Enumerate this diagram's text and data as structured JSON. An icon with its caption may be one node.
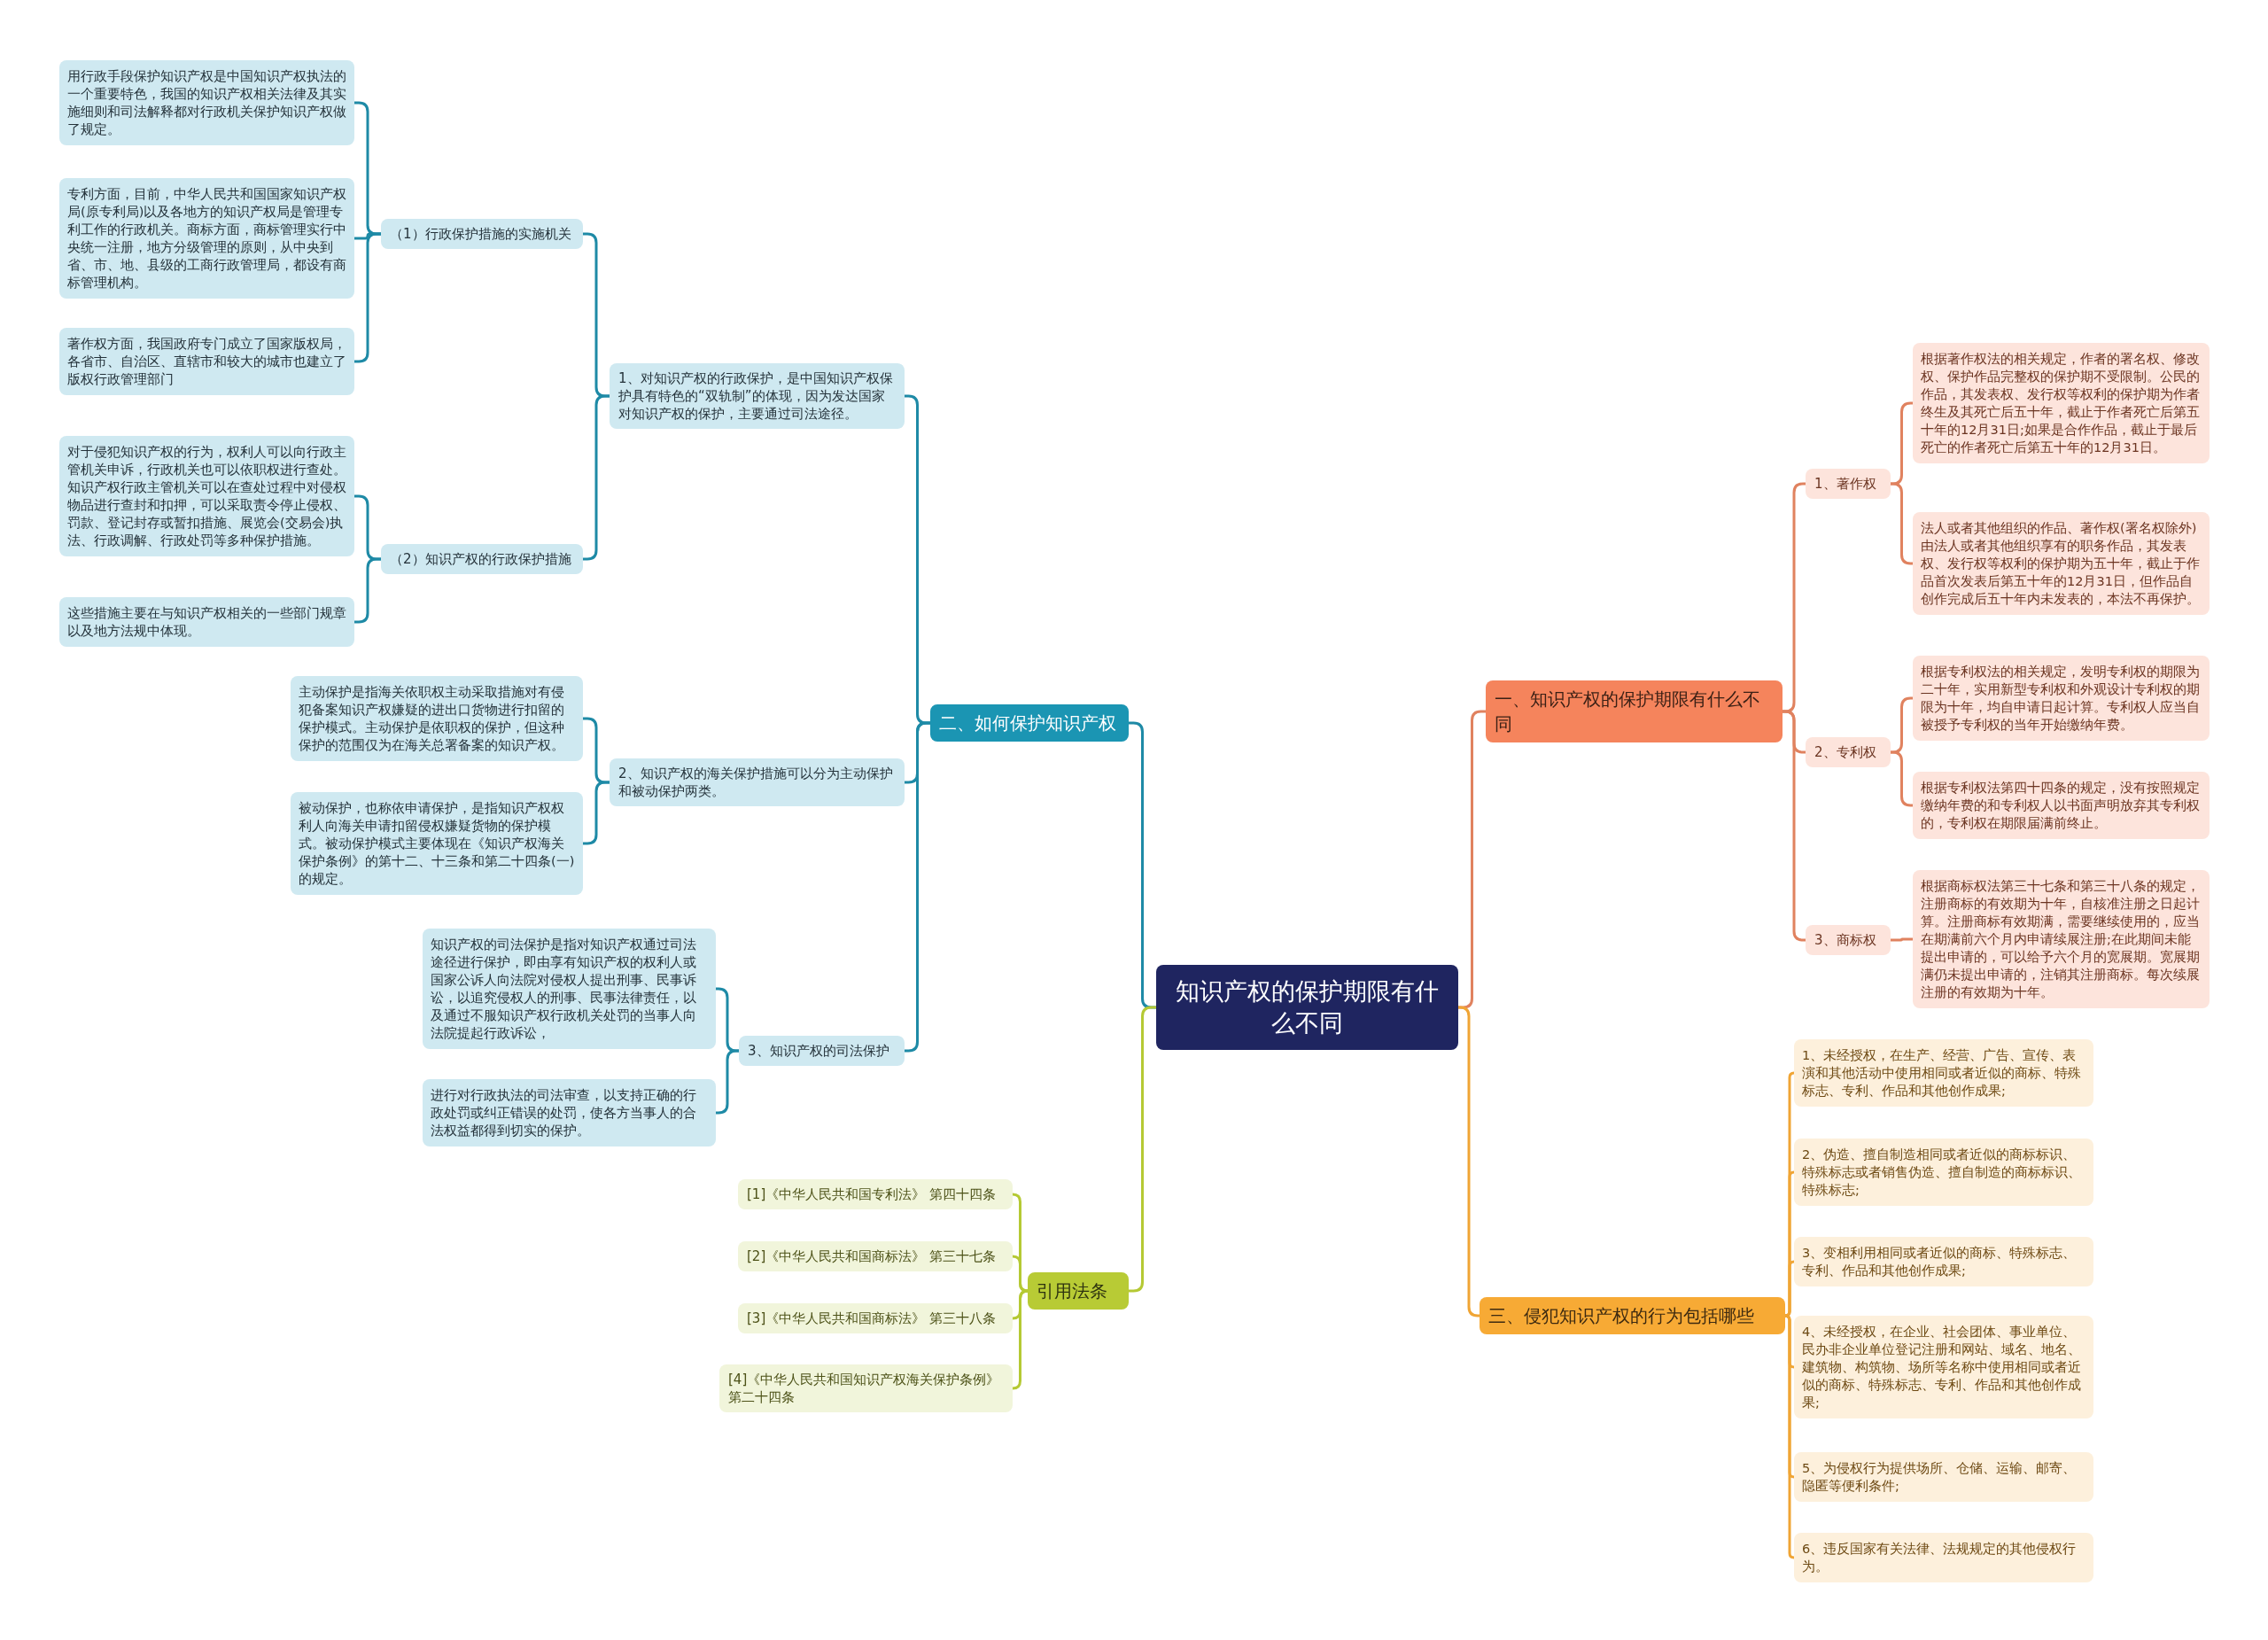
{
  "diagram": {
    "nodes": [
      {
        "text": [
          "知识产权的保护期限有什么不同"
        ]
      },
      {
        "text": [
          "二、如何保护知识产权"
        ]
      },
      {
        "text": [
          "1、对知识产权的行政保护，是中国知识产权保护具有特色的“双轨制”的体现，因为发达国家对知识产权的保护，主要通过司法途径。"
        ]
      },
      {
        "text": [
          "（1）行政保护措施的实施机关"
        ]
      },
      {
        "text": [
          "用行政手段保护知识产权是中国知识产权执法的一个重要特色，我国的知识产权相关法律及其实施细则和司法解释都对行政机关保护知识产权做了规定。"
        ]
      },
      {
        "text": [
          "专利方面，目前，中华人民共和国国家知识产权局(原专利局)以及各地方的知识产权局是管理专利工作的行政机关。商标方面，商标管理实行中央统一注册，地方分级管理的原则，从中央到省、市、地、县级的工商行政管理局，都设有商标管理机构。"
        ]
      },
      {
        "text": [
          "著作权方面，我国政府专门成立了国家版权局，各省市、自治区、直辖市和较大的城市也建立了版权行政管理部门"
        ]
      },
      {
        "text": [
          "（2）知识产权的行政保护措施"
        ]
      },
      {
        "text": [
          "对于侵犯知识产权的行为，权利人可以向行政主管机关申诉，行政机关也可以依职权进行查处。知识产权行政主管机关可以在查处过程中对侵权物品进行查封和扣押，可以采取责令停止侵权、罚款、登记封存或暂扣措施、展览会(交易会)执法、行政调解、行政处罚等多种保护措施。"
        ]
      },
      {
        "text": [
          "这些措施主要在与知识产权相关的一些部门规章以及地方法规中体现。"
        ]
      },
      {
        "text": [
          "2、知识产权的海关保护措施可以分为主动保护和被动保护两类。"
        ]
      },
      {
        "text": [
          "主动保护是指海关依职权主动采取措施对有侵犯备案知识产权嫌疑的进出口货物进行扣留的保护模式。主动保护是依职权的保护，但这种保护的范围仅为在海关总署备案的知识产权。"
        ]
      },
      {
        "text": [
          "被动保护，也称依申请保护，是指知识产权权利人向海关申请扣留侵权嫌疑货物的保护模式。被动保护模式主要体现在《知识产权海关保护条例》的第十二、十三条和第二十四条(一)的规定。"
        ]
      },
      {
        "text": [
          "3、知识产权的司法保护"
        ]
      },
      {
        "text": [
          "知识产权的司法保护是指对知识产权通过司法途径进行保护，即由享有知识产权的权利人或国家公诉人向法院对侵权人提出刑事、民事诉讼，以追究侵权人的刑事、民事法律责任，以及通过不服知识产权行政机关处罚的当事人向法院提起行政诉讼，"
        ]
      },
      {
        "text": [
          "进行对行政执法的司法审查，以支持正确的行政处罚或纠正错误的处罚，使各方当事人的合法权益都得到切实的保护。"
        ]
      },
      {
        "text": [
          "引用法条"
        ]
      },
      {
        "text": [
          "[1]《中华人民共和国专利法》 第四十四条"
        ]
      },
      {
        "text": [
          "[2]《中华人民共和国商标法》 第三十七条"
        ]
      },
      {
        "text": [
          "[3]《中华人民共和国商标法》 第三十八条"
        ]
      },
      {
        "text": [
          "[4]《中华人民共和国知识产权海关保护条例》第二十四条"
        ]
      },
      {
        "text": [
          "一、知识产权的保护期限有什么不同"
        ]
      },
      {
        "text": [
          "1、著作权"
        ]
      },
      {
        "text": [
          "根据著作权法的相关规定，作者的署名权、修改权、保护作品完整权的保护期不受限制。公民的作品，其发表权、发行权等权利的保护期为作者终生及其死亡后五十年，截止于作者死亡后第五十年的12月31日;如果是合作作品，截止于最后死亡的作者死亡后第五十年的12月31日。"
        ]
      },
      {
        "text": [
          "法人或者其他组织的作品、著作权(署名权除外)由法人或者其他组织享有的职务作品，其发表权、发行权等权利的保护期为五十年，截止于作品首次发表后第五十年的12月31日，但作品自创作完成后五十年内未发表的，本法不再保护。"
        ]
      },
      {
        "text": [
          "2、专利权"
        ]
      },
      {
        "text": [
          "根据专利权法的相关规定，发明专利权的期限为二十年，实用新型专利权和外观设计专利权的期限为十年，均自申请日起计算。专利权人应当自被授予专利权的当年开始缴纳年费。"
        ]
      },
      {
        "text": [
          "根据专利权法第四十四条的规定，没有按照规定缴纳年费的和专利权人以书面声明放弃其专利权的，专利权在期限届满前终止。"
        ]
      },
      {
        "text": [
          "3、商标权"
        ]
      },
      {
        "text": [
          "根据商标权法第三十七条和第三十八条的规定，注册商标的有效期为十年，自核准注册之日起计算。注册商标有效期满，需要继续使用的，应当在期满前六个月内申请续展注册;在此期间未能提出申请的，可以给予六个月的宽展期。宽展期满仍未提出申请的，注销其注册商标。每次续展注册的有效期为十年。"
        ]
      },
      {
        "text": [
          "三、侵犯知识产权的行为包括哪些"
        ]
      },
      {
        "text": [
          "1、未经授权，在生产、经营、广告、宣传、表演和其他活动中使用相同或者近似的商标、特殊标志、专利、作品和其他创作成果;"
        ]
      },
      {
        "text": [
          "2、伪造、擅自制造相同或者近似的商标标识、特殊标志或者销售伪造、擅自制造的商标标识、特殊标志;"
        ]
      },
      {
        "text": [
          "3、变相利用相同或者近似的商标、特殊标志、专利、作品和其他创作成果;"
        ]
      },
      {
        "text": [
          "4、未经授权，在企业、社会团体、事业单位、民办非企业单位登记注册和网站、域名、地名、建筑物、构筑物、场所等名称中使用相同或者近似的商标、特殊标志、专利、作品和其他创作成果;"
        ]
      },
      {
        "text": [
          "5、为侵权行为提供场所、仓储、运输、邮寄、隐匿等便利条件;"
        ]
      },
      {
        "text": [
          "6、违反国家有关法律、法规规定的其他侵权行为。"
        ]
      }
    ],
    "edges": [
      {
        "from": 0,
        "to": 1,
        "arrow": "none"
      },
      {
        "from": 1,
        "to": 2,
        "arrow": "none"
      },
      {
        "from": 2,
        "to": 3,
        "arrow": "none"
      },
      {
        "from": 3,
        "to": 4,
        "arrow": "none"
      },
      {
        "from": 3,
        "to": 5,
        "arrow": "none"
      },
      {
        "from": 3,
        "to": 6,
        "arrow": "none"
      },
      {
        "from": 2,
        "to": 7,
        "arrow": "none"
      },
      {
        "from": 7,
        "to": 8,
        "arrow": "none"
      },
      {
        "from": 7,
        "to": 9,
        "arrow": "none"
      },
      {
        "from": 1,
        "to": 10,
        "arrow": "none"
      },
      {
        "from": 10,
        "to": 11,
        "arrow": "none"
      },
      {
        "from": 10,
        "to": 12,
        "arrow": "none"
      },
      {
        "from": 1,
        "to": 13,
        "arrow": "none"
      },
      {
        "from": 13,
        "to": 14,
        "arrow": "none"
      },
      {
        "from": 13,
        "to": 15,
        "arrow": "none"
      },
      {
        "from": 0,
        "to": 16,
        "arrow": "none",
        "color": "#b5c934"
      },
      {
        "from": 16,
        "to": 17,
        "arrow": "none",
        "color": "#b5c934"
      },
      {
        "from": 16,
        "to": 18,
        "arrow": "none",
        "color": "#b5c934"
      },
      {
        "from": 16,
        "to": 19,
        "arrow": "none",
        "color": "#b5c934"
      },
      {
        "from": 16,
        "to": 20,
        "arrow": "none",
        "color": "#b5c934"
      },
      {
        "from": 0,
        "to": 21,
        "arrow": "none",
        "color": "#e0825f"
      },
      {
        "from": 21,
        "to": 22,
        "arrow": "none",
        "color": "#e0825f"
      },
      {
        "from": 22,
        "to": 23,
        "arrow": "none",
        "color": "#e0825f"
      },
      {
        "from": 22,
        "to": 24,
        "arrow": "none",
        "color": "#e0825f"
      },
      {
        "from": 21,
        "to": 25,
        "arrow": "none",
        "color": "#e0825f"
      },
      {
        "from": 25,
        "to": 26,
        "arrow": "none",
        "color": "#e0825f"
      },
      {
        "from": 25,
        "to": 27,
        "arrow": "none",
        "color": "#e0825f"
      },
      {
        "from": 21,
        "to": 28,
        "arrow": "none",
        "color": "#e0825f"
      },
      {
        "from": 28,
        "to": 29,
        "arrow": "none",
        "color": "#e0825f"
      },
      {
        "from": 0,
        "to": 30,
        "arrow": "none",
        "color": "#f0a535"
      },
      {
        "from": 30,
        "to": 31,
        "arrow": "none",
        "color": "#f0a535"
      },
      {
        "from": 30,
        "to": 32,
        "arrow": "none",
        "color": "#f0a535"
      },
      {
        "from": 30,
        "to": 33,
        "arrow": "none",
        "color": "#f0a535"
      },
      {
        "from": 30,
        "to": 34,
        "arrow": "none",
        "color": "#f0a535"
      },
      {
        "from": 30,
        "to": 35,
        "arrow": "none",
        "color": "#f0a535"
      },
      {
        "from": 30,
        "to": 36,
        "arrow": "none",
        "color": "#f0a535"
      }
    ]
  }
}
